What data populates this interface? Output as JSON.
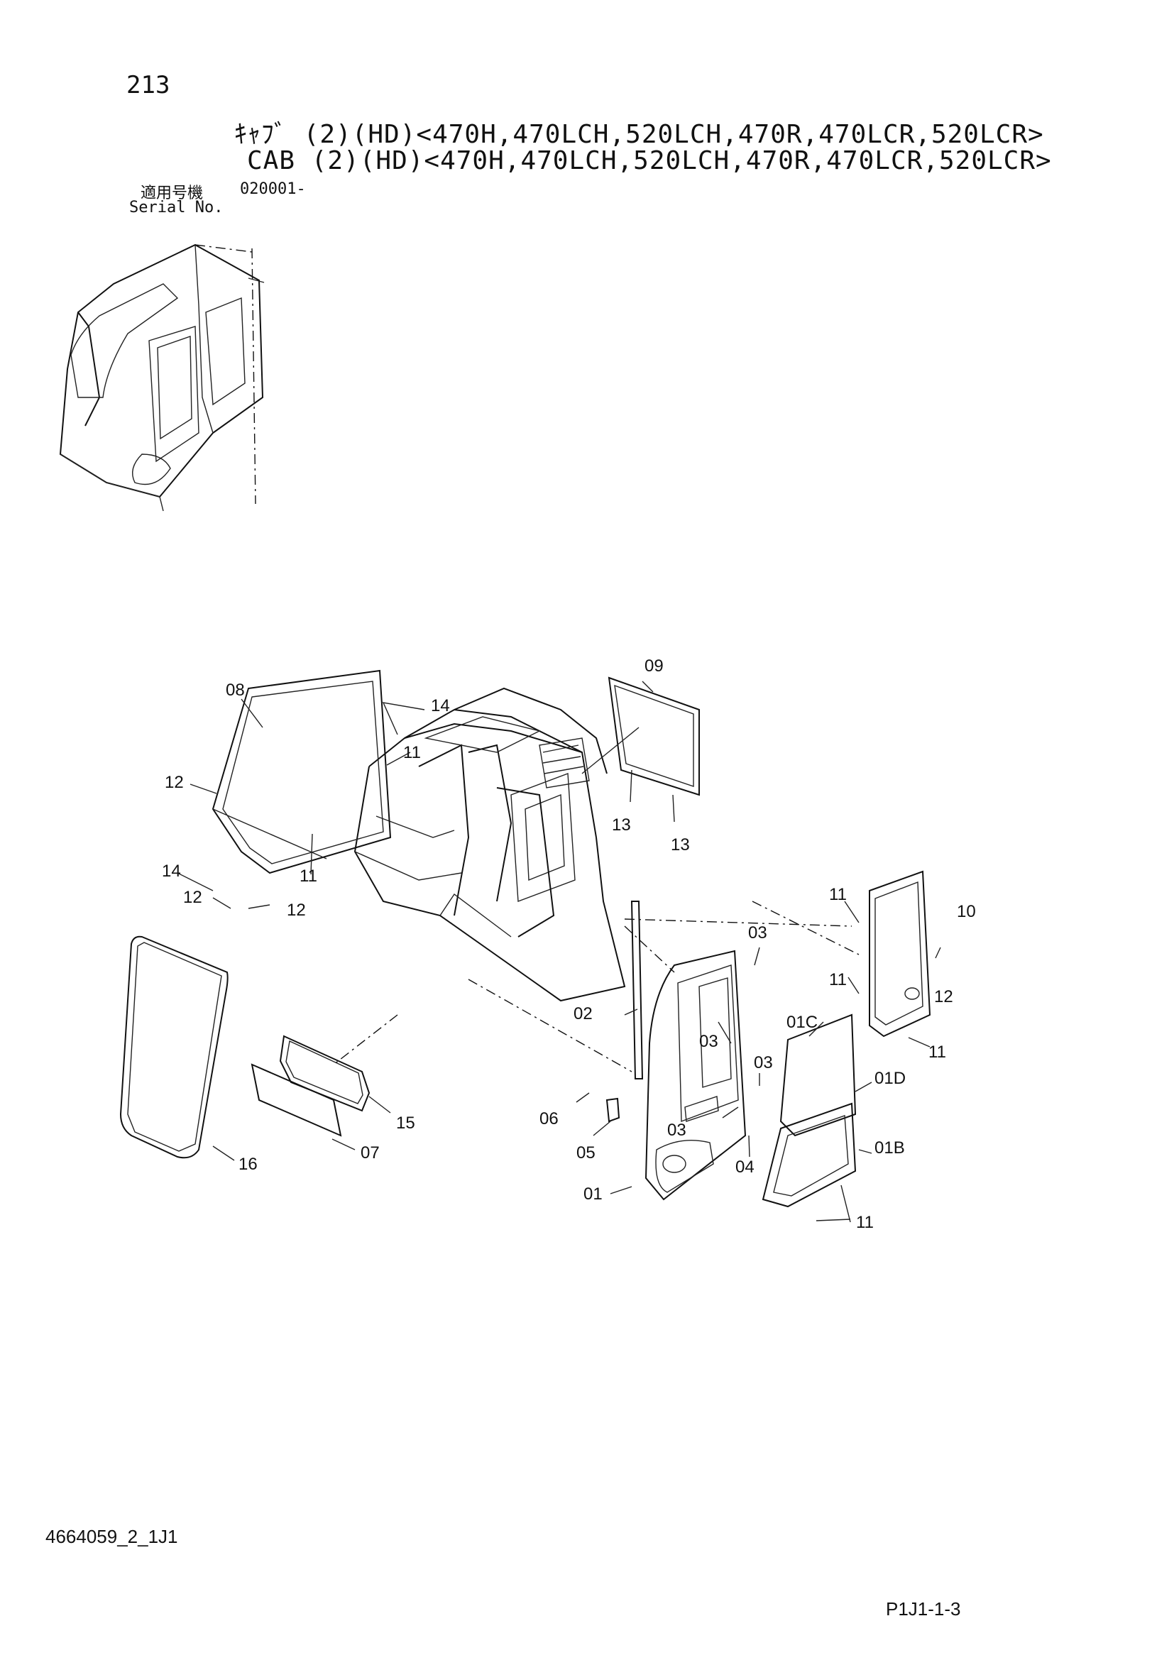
{
  "header": {
    "page_number": "213",
    "title_jp": "ｷｬﾌﾞ (2)(HD)<470H,470LCH,520LCH,470R,470LCR,520LCR>",
    "title_en": "CAB (2)(HD)<470H,470LCH,520LCH,470R,470LCR,520LCR>",
    "serial_label_jp": "適用号機",
    "serial_label_en": "Serial No.",
    "serial_value": "020001-"
  },
  "footer": {
    "doc_code": "4664059_2_1J1",
    "page_code": "P1J1-1-3"
  },
  "callouts": {
    "c08": "08",
    "c09": "09",
    "c14a": "14",
    "c11a": "11",
    "c12a": "12",
    "c13a": "13",
    "c13b": "13",
    "c14b": "14",
    "c11b": "11",
    "c12b": "12",
    "c12c": "12",
    "c11c": "11",
    "c10": "10",
    "c03a": "03",
    "c11d": "11",
    "c12d": "12",
    "c02": "02",
    "c03b": "03",
    "c01c": "01C",
    "c11e": "11",
    "c03c": "03",
    "c01d": "01D",
    "c06": "06",
    "c03d": "03",
    "c15": "15",
    "c07": "07",
    "c05": "05",
    "c04": "04",
    "c01b": "01B",
    "c16": "16",
    "c01": "01",
    "c11f": "11"
  }
}
